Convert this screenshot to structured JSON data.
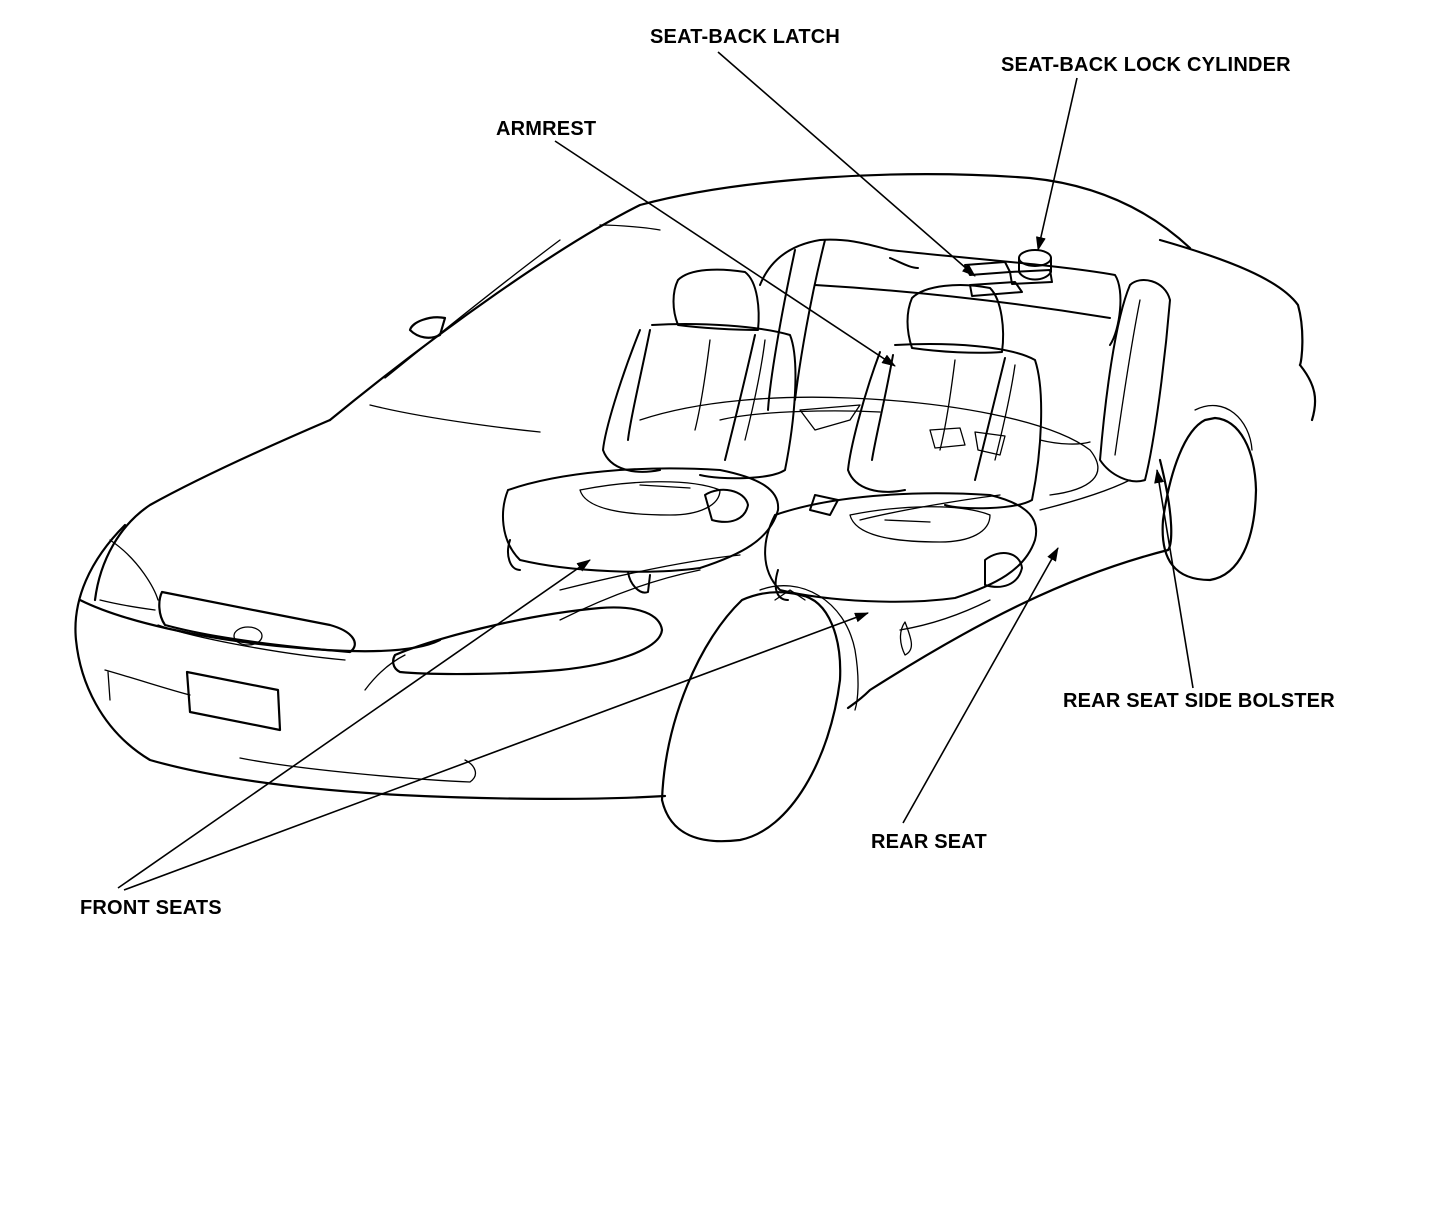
{
  "callouts": {
    "seat_back_latch": "SEAT-BACK LATCH",
    "seat_back_lock_cylinder": "SEAT-BACK LOCK CYLINDER",
    "armrest": "ARMREST",
    "rear_seat_side_bolster": "REAR SEAT SIDE BOLSTER",
    "rear_seat": "REAR SEAT",
    "front_seats": "FRONT SEATS"
  },
  "colors": {
    "line": "#000000",
    "background": "#ffffff"
  }
}
